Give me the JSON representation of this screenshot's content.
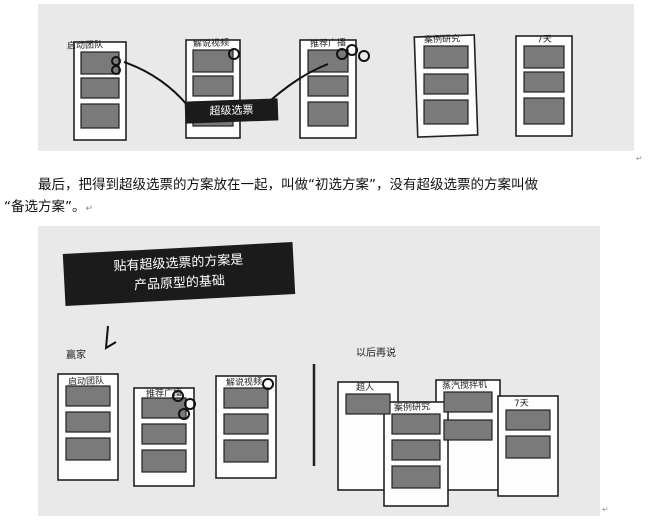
{
  "figure1": {
    "boards": [
      "启动团队",
      "解说视频",
      "推荐广播",
      "案例研究",
      "7天"
    ],
    "ribbon": "超级选票"
  },
  "paragraph": {
    "line1": "最后，把得到超级选票的方案放在一起，叫做“初选方案”，没有超级选票的方案叫做",
    "line2": "“备选方案”。"
  },
  "figure2": {
    "banner_line1": "贴有超级选票的方案是",
    "banner_line2": "产品原型的基础",
    "left_title": "赢家",
    "right_title": "以后再说",
    "left_boards": [
      "启动团队",
      "推荐广播",
      "解说视频"
    ],
    "right_boards": [
      "超人",
      "案例研究",
      "蒸汽搅拌机",
      "7天"
    ]
  },
  "marks": {
    "return_symbol": "↵"
  }
}
